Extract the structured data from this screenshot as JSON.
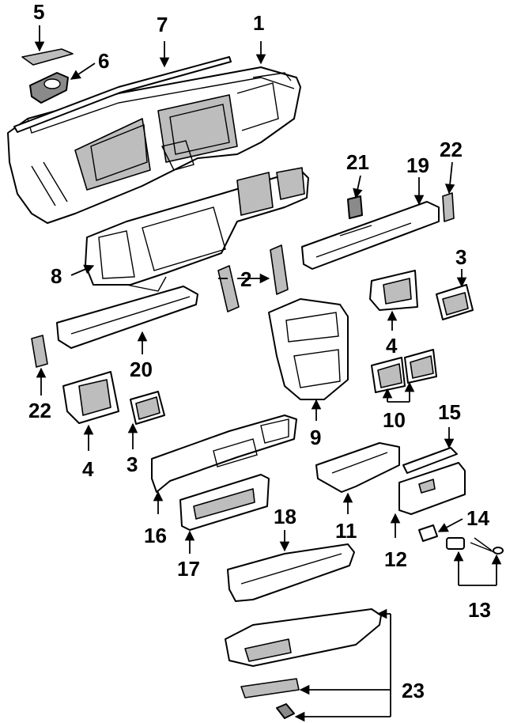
{
  "callouts": {
    "c1": "1",
    "c2": "2",
    "c3a": "3",
    "c3b": "3",
    "c4a": "4",
    "c4b": "4",
    "c5": "5",
    "c6": "6",
    "c7": "7",
    "c8": "8",
    "c9": "9",
    "c10": "10",
    "c11": "11",
    "c12": "12",
    "c13": "13",
    "c14": "14",
    "c15": "15",
    "c16": "16",
    "c17": "17",
    "c18": "18",
    "c19": "19",
    "c20": "20",
    "c21": "21",
    "c22a": "22",
    "c22b": "22",
    "c23": "23"
  }
}
